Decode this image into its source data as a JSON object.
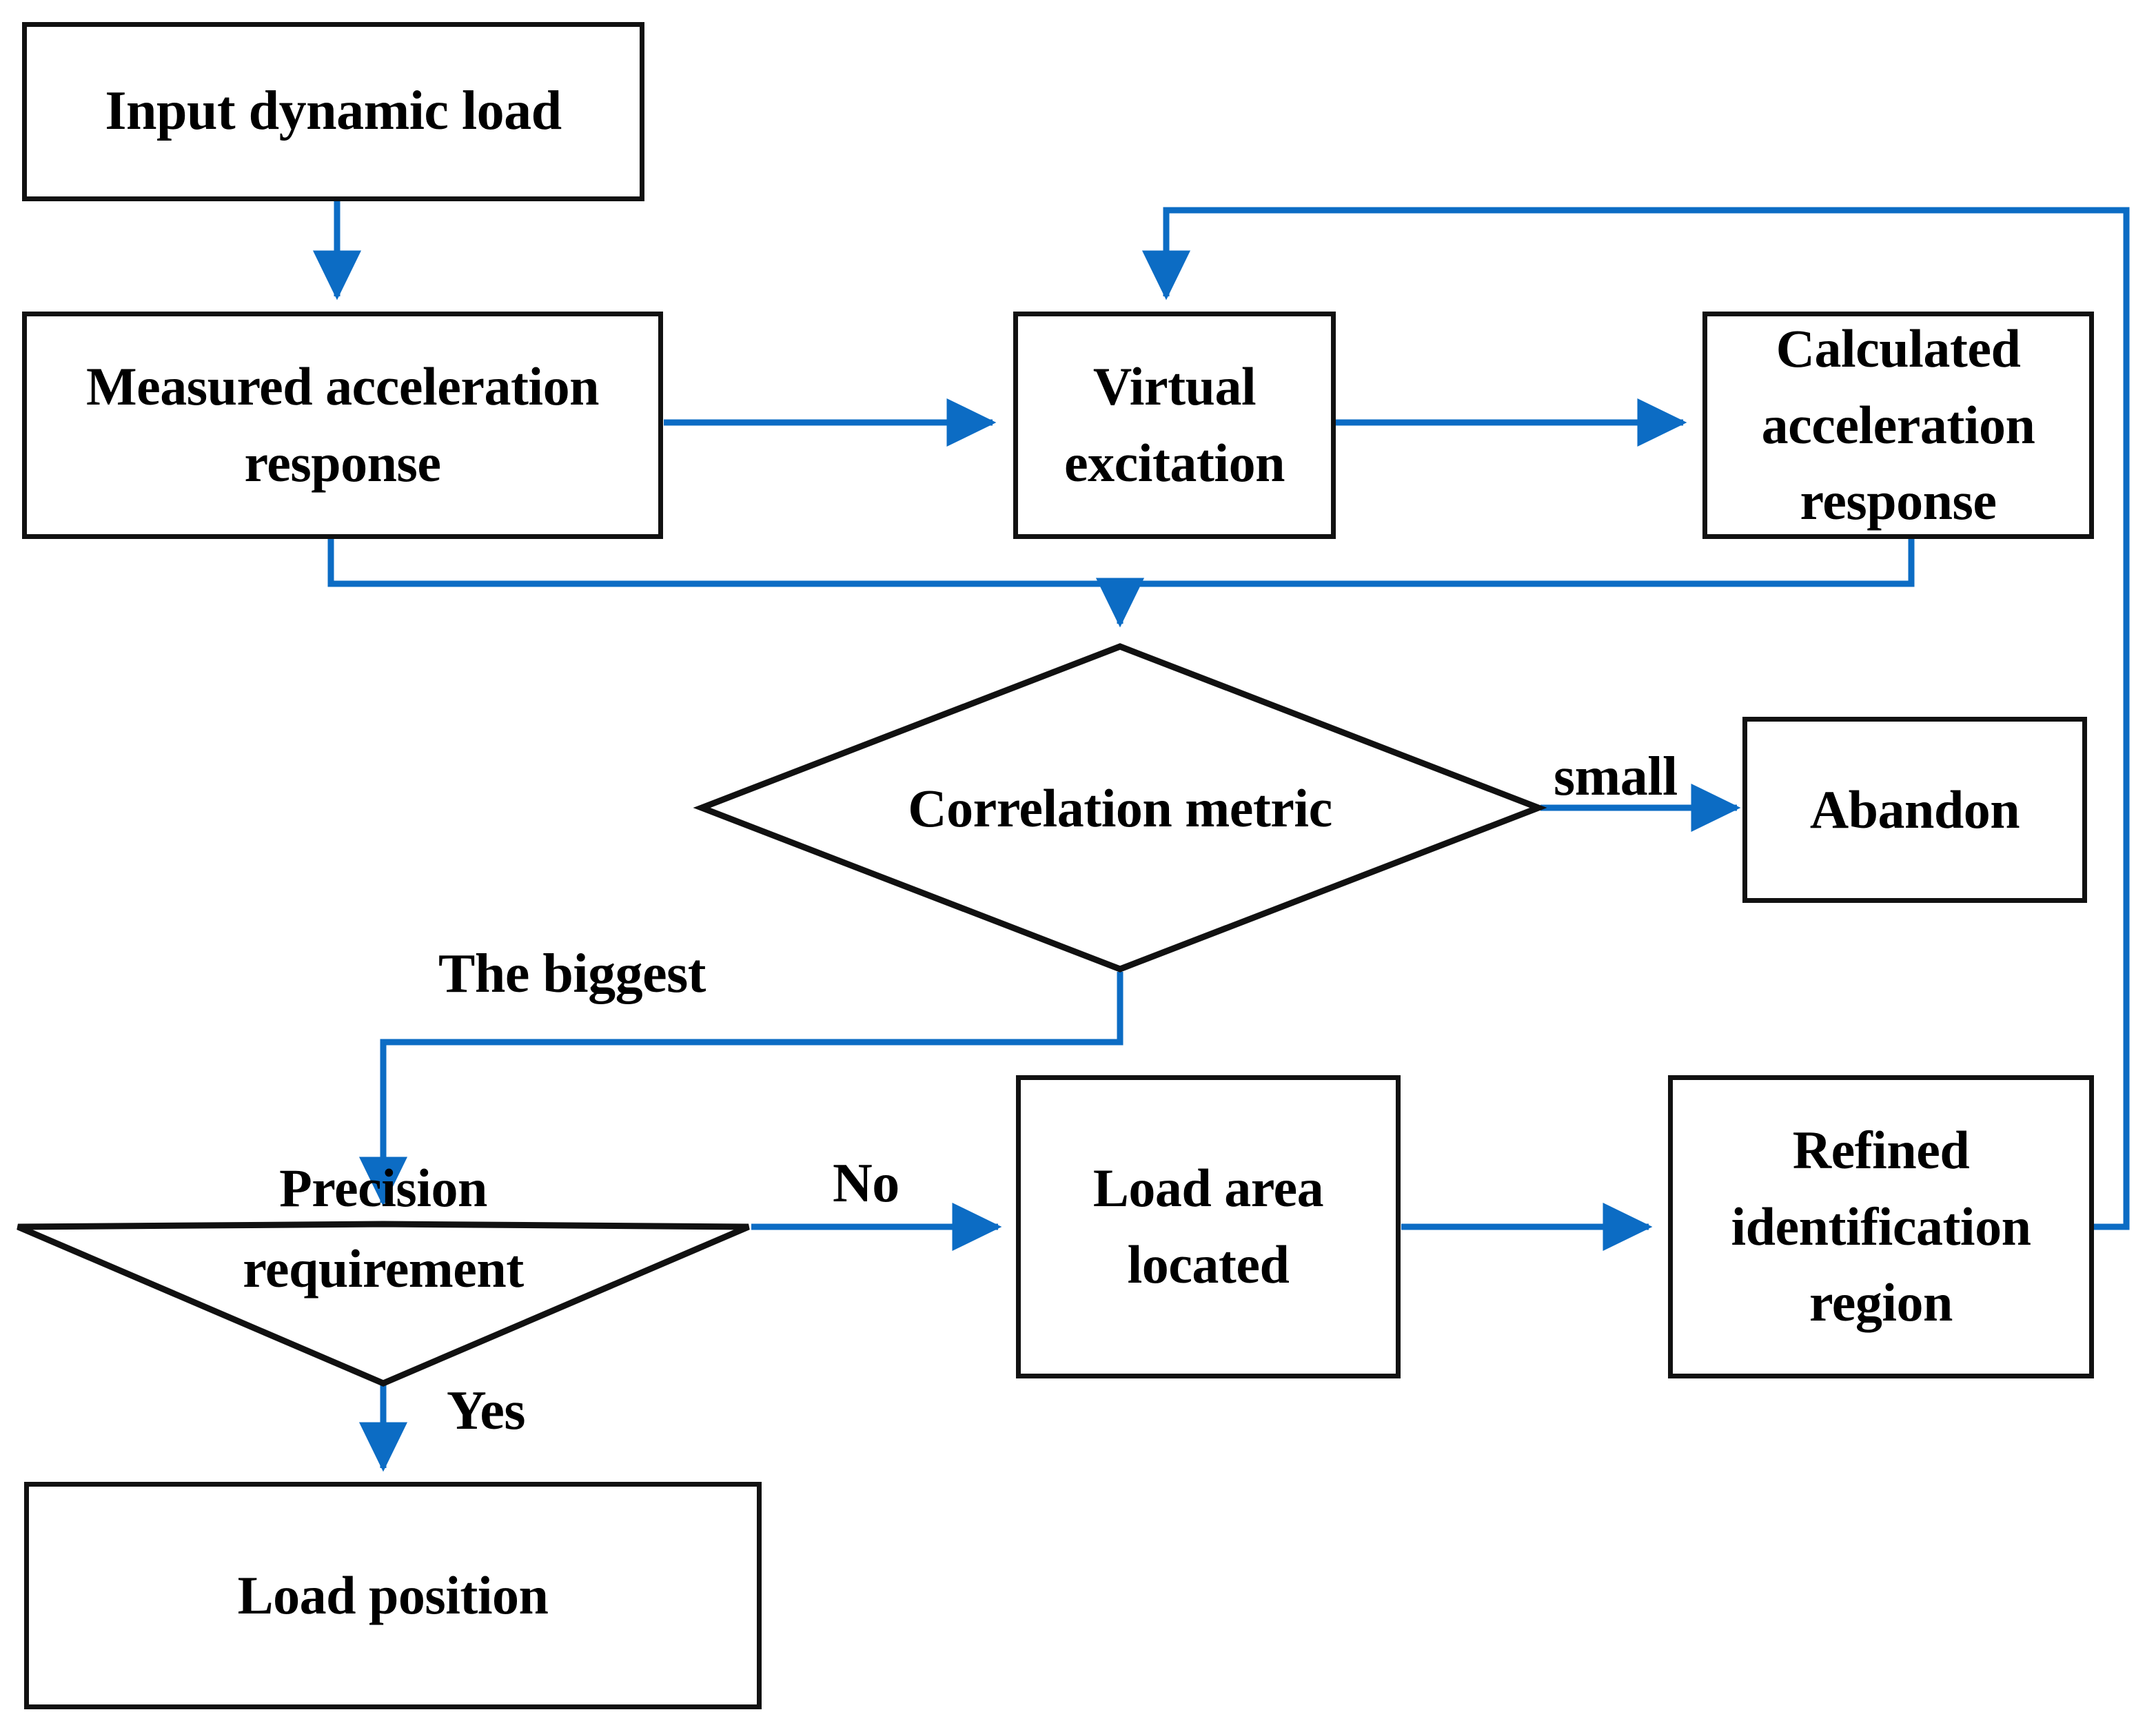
{
  "diagram": {
    "title": "Dynamic load identification flowchart",
    "accent_color": "#0C6CC4",
    "stroke_color": "#111111",
    "background_color": "#FFFFFF"
  },
  "nodes": {
    "input_dynamic_load": {
      "label": "Input dynamic load",
      "shape": "rectangle"
    },
    "measured_acceleration_response": {
      "label": "Measured acceleration response",
      "shape": "rectangle"
    },
    "virtual_excitation": {
      "label": "Virtual excitation",
      "shape": "rectangle"
    },
    "calculated_acceleration_response": {
      "label": "Calculated acceleration response",
      "shape": "rectangle"
    },
    "correlation_metric": {
      "label": "Correlation metric",
      "shape": "diamond"
    },
    "abandon": {
      "label": "Abandon",
      "shape": "rectangle"
    },
    "precision_requirement": {
      "label": "Precision requirement",
      "shape": "diamond"
    },
    "load_area_located": {
      "label": "Load area located",
      "shape": "rectangle"
    },
    "refined_identification_region": {
      "label": "Refined identification region",
      "shape": "rectangle"
    },
    "load_position": {
      "label": "Load position",
      "shape": "rectangle"
    }
  },
  "edge_labels": {
    "small": "small",
    "the_biggest": "The biggest",
    "no": "No",
    "yes": "Yes"
  },
  "chart_data": {
    "type": "table",
    "title": "Dynamic load identification flowchart",
    "nodes": [
      {
        "id": "input_dynamic_load",
        "label": "Input dynamic load",
        "shape": "rectangle"
      },
      {
        "id": "measured_acceleration_response",
        "label": "Measured acceleration response",
        "shape": "rectangle"
      },
      {
        "id": "virtual_excitation",
        "label": "Virtual excitation",
        "shape": "rectangle"
      },
      {
        "id": "calculated_acceleration_response",
        "label": "Calculated acceleration response",
        "shape": "rectangle"
      },
      {
        "id": "correlation_metric",
        "label": "Correlation metric",
        "shape": "diamond"
      },
      {
        "id": "abandon",
        "label": "Abandon",
        "shape": "rectangle"
      },
      {
        "id": "precision_requirement",
        "label": "Precision requirement",
        "shape": "diamond"
      },
      {
        "id": "load_area_located",
        "label": "Load area located",
        "shape": "rectangle"
      },
      {
        "id": "refined_identification_region",
        "label": "Refined identification region",
        "shape": "rectangle"
      },
      {
        "id": "load_position",
        "label": "Load position",
        "shape": "rectangle"
      }
    ],
    "edges": [
      {
        "from": "input_dynamic_load",
        "to": "measured_acceleration_response",
        "label": ""
      },
      {
        "from": "measured_acceleration_response",
        "to": "virtual_excitation",
        "label": ""
      },
      {
        "from": "virtual_excitation",
        "to": "calculated_acceleration_response",
        "label": ""
      },
      {
        "from": "measured_acceleration_response",
        "to": "correlation_metric",
        "label": ""
      },
      {
        "from": "calculated_acceleration_response",
        "to": "correlation_metric",
        "label": ""
      },
      {
        "from": "correlation_metric",
        "to": "abandon",
        "label": "small"
      },
      {
        "from": "correlation_metric",
        "to": "precision_requirement",
        "label": "The biggest"
      },
      {
        "from": "precision_requirement",
        "to": "load_area_located",
        "label": "No"
      },
      {
        "from": "load_area_located",
        "to": "refined_identification_region",
        "label": ""
      },
      {
        "from": "refined_identification_region",
        "to": "virtual_excitation",
        "label": ""
      },
      {
        "from": "precision_requirement",
        "to": "load_position",
        "label": "Yes"
      }
    ]
  }
}
